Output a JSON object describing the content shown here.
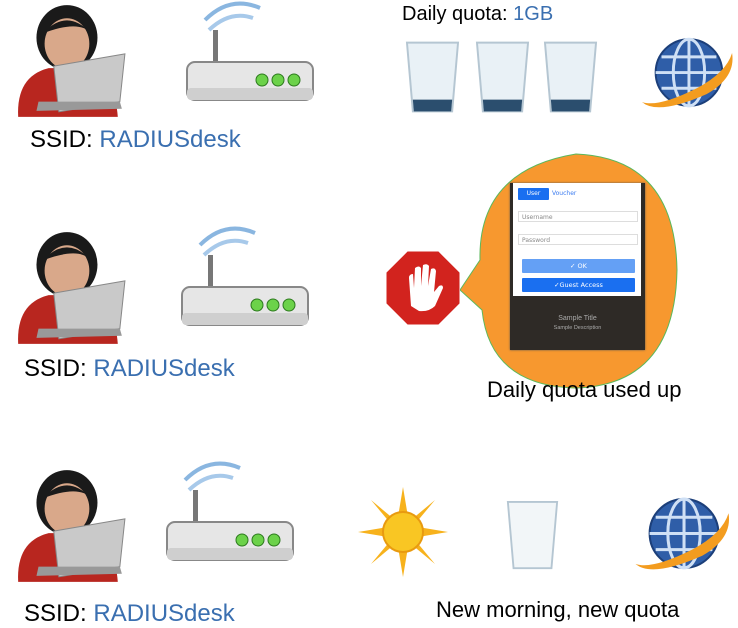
{
  "row1": {
    "ssid_label": "SSID: ",
    "ssid_value": "RADIUSdesk",
    "quota_label": "Daily quota: ",
    "quota_value": "1GB"
  },
  "row2": {
    "ssid_label": "SSID: ",
    "ssid_value": "RADIUSdesk",
    "caption": "Daily quota used up",
    "portal": {
      "tab_user": "User",
      "tab_voucher": "Voucher",
      "username_placeholder": "Username",
      "password_placeholder": "Password",
      "ok_label": "✓ OK",
      "guest_label": "✓Guest Access",
      "title": "Sample Title",
      "description": "Sample Description"
    }
  },
  "row3": {
    "ssid_label": "SSID: ",
    "ssid_value": "RADIUSdesk",
    "caption": "New morning, new quota"
  },
  "colors": {
    "accent": "#3a6fb0",
    "orange": "#f7982f",
    "stop": "#d2231e",
    "button": "#1a6ff0"
  }
}
